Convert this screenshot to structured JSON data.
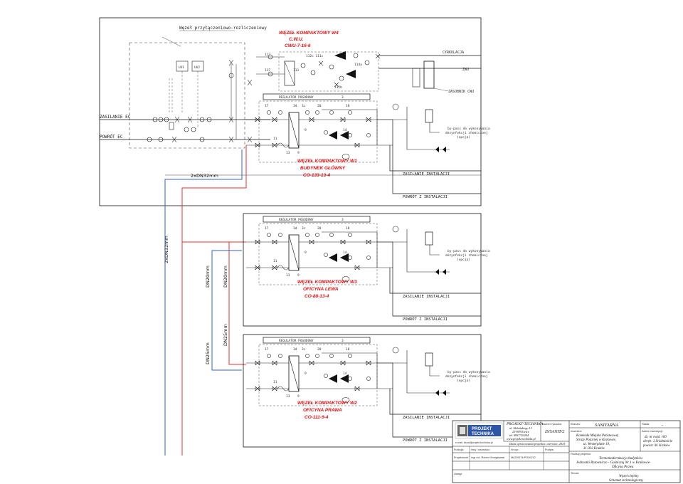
{
  "overall_border_label": "Węzeł przyłączeniowo-rozliczeniowy",
  "supply_line": "ZASILANIE EC",
  "return_line": "POWRÓT EC",
  "main_pipe": "2xDN32mm",
  "vertical_pipe": "2xDN32mm",
  "pipe_dn20a": "DN20mm",
  "pipe_dn20b": "DN20mm",
  "pipe_dn25a": "DN25mm",
  "pipe_dn25b": "DN25mm",
  "cwu_node": {
    "title_lines": [
      "WĘZEŁ KOMPAKTOWY W4",
      "C.W.U.",
      "CWU-7-16-6"
    ],
    "cyrkulacja": "CYRKULACJA",
    "zw": "ZWU",
    "zasobnik": "ZASOBNIK CWU"
  },
  "nodes": [
    {
      "title_lines": [
        "WĘZEŁ KOMPAKTOWY W1",
        "BUDYNEK GŁÓWNY",
        "CO-133-13-4"
      ],
      "regulator": "REGULATOR POGODOWY",
      "regulator_num": "3",
      "zasilanie": "ZASILANIE INSTALACJI",
      "powrot": "POWRÓT Z INSTALACJI",
      "bypass_lines": [
        "by-pass do wykonywania",
        "dezynfekcji chemicznej",
        "(opcja)"
      ]
    },
    {
      "title_lines": [
        "WĘZEŁ KOMPAKTOWY W3",
        "OFICYNA LEWA",
        "CO-88-13-4"
      ],
      "regulator": "REGULATOR POGODOWY",
      "regulator_num": "3",
      "zasilanie": "ZASILANIE INSTALACJI",
      "powrot": "POWRÓT Z INSTALACJI",
      "bypass_lines": [
        "by-pass do wykonywania",
        "dezynfekcji chemicznej",
        "(opcja)"
      ]
    },
    {
      "title_lines": [
        "WĘZEŁ KOMPAKTOWY W2",
        "OFICYNA PRAWA",
        "CO-111-9-4"
      ],
      "regulator": "REGULATOR POGODOWY",
      "regulator_num": "3",
      "zasilanie": "ZASILANIE INSTALACJI",
      "powrot": "POWRÓT Z INSTALACJI",
      "bypass_lines": [
        "by-pass do wykonywania",
        "dezynfekcji chemicznej",
        "(opcja)"
      ]
    }
  ],
  "title_block": {
    "logo_text": [
      "PROJEKT",
      "TECHNIKA"
    ],
    "company_name": "PROJEKT-TECHNIKA",
    "company_lines": [
      "ul. Skibińskiego 13",
      "25-819 Kielce",
      "tel. 884 720 004",
      "www.projekt-technika.pl"
    ],
    "email_line": "e-mail: biuro@projekt-technika.pl",
    "nr_label": "Numer rysunku:",
    "nr_value": "IS/SANIT/2",
    "data_label": "Data opracowania projektu: czerwiec 2015",
    "branza_label": "Branża:",
    "branza_value": "SANITARNA",
    "skala_label": "Skala:",
    "skala_value": "-",
    "inwestor_label": "Inwestor:",
    "inwestor_lines": [
      "Komenda Miejska Państwowej",
      "Straży Pożarnej w Krakowie,",
      "ul. Westerplatte 19,",
      "31-033 Kraków"
    ],
    "adres_label": "Adres inwestycji:",
    "adres_lines": [
      "dz. nr ewid. 100",
      "obręb: 2 Śródmieście",
      "powiat: M. Kraków"
    ],
    "funkcja_label": "Funkcja:",
    "imie_label": "Imię i nazwisko:",
    "nr_upr_label": "Nr upr.:",
    "podpis_label": "Podpis:",
    "projektowal_label": "Projektował:",
    "projektowal_name": "mgr inż. Robert Smagłowski",
    "projektowal_nr": "MAZ/0074/POOS/12",
    "rodzaj_label": "Rodzaj projektu:",
    "rodzaj_lines": [
      "Termomodernizacja budynków",
      "Jednostki Ratowniczo - Gaśniczej Nr 1 w Krakowie-",
      "Oficyna Prawa"
    ],
    "uwagi_label": "Uwagi:",
    "temat_label": "Temat:",
    "temat_lines": [
      "Węzeł cieplny",
      "Schemat technologiczny"
    ]
  }
}
